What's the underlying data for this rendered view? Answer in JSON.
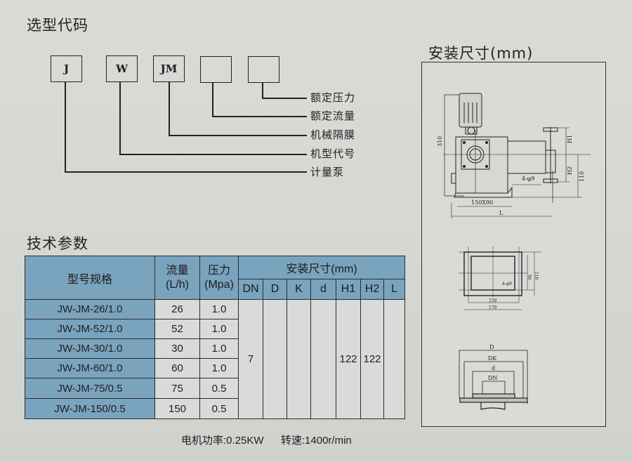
{
  "selection_code": {
    "title": "选型代码",
    "boxes": [
      "J",
      "W",
      "JM",
      "",
      ""
    ],
    "labels": [
      "额定压力",
      "额定流量",
      "机械隔膜",
      "机型代号",
      "计量泵"
    ]
  },
  "tech_params": {
    "title": "技术参数",
    "headers": {
      "model": "型号规格",
      "flow": "流量",
      "flow_unit": "(L/h)",
      "pressure": "压力",
      "pressure_unit": "(Mpa)",
      "install": "安装尺寸(mm)",
      "dims": [
        "DN",
        "D",
        "K",
        "d",
        "H1",
        "H2",
        "L"
      ]
    },
    "rows": [
      {
        "model": "JW-JM-26/1.0",
        "flow": "26",
        "pressure": "1.0"
      },
      {
        "model": "JW-JM-52/1.0",
        "flow": "52",
        "pressure": "1.0"
      },
      {
        "model": "JW-JM-30/1.0",
        "flow": "30",
        "pressure": "1.0"
      },
      {
        "model": "JW-JM-60/1.0",
        "flow": "60",
        "pressure": "1.0"
      },
      {
        "model": "JW-JM-75/0.5",
        "flow": "75",
        "pressure": "0.5"
      },
      {
        "model": "JW-JM-150/0.5",
        "flow": "150",
        "pressure": "0.5"
      }
    ],
    "merged": {
      "DN": "7",
      "D": "",
      "K": "",
      "d": "",
      "H1": "122",
      "H2": "122",
      "L": ""
    }
  },
  "footer": {
    "motor_power": "电机功率:0.25KW",
    "speed": "转速:1400r/min"
  },
  "drawing": {
    "title": "安装尺寸(mm)",
    "side_view": {
      "height": "310",
      "h1": "H1",
      "h2": "H2",
      "h110": "110",
      "holes": "4-φ9",
      "base": "150X90",
      "length": "L"
    },
    "base_plan": {
      "w_inner": "150",
      "w_outer": "170",
      "h_inner": "90",
      "h_outer": "110",
      "holes": "4-φ9"
    },
    "flange": {
      "labels": [
        "D",
        "DK",
        "d",
        "DN"
      ]
    }
  },
  "colors": {
    "header_blue": "#7aa3bd",
    "cell_gray": "#d8dbd7",
    "paper": "#d7d9d4"
  }
}
